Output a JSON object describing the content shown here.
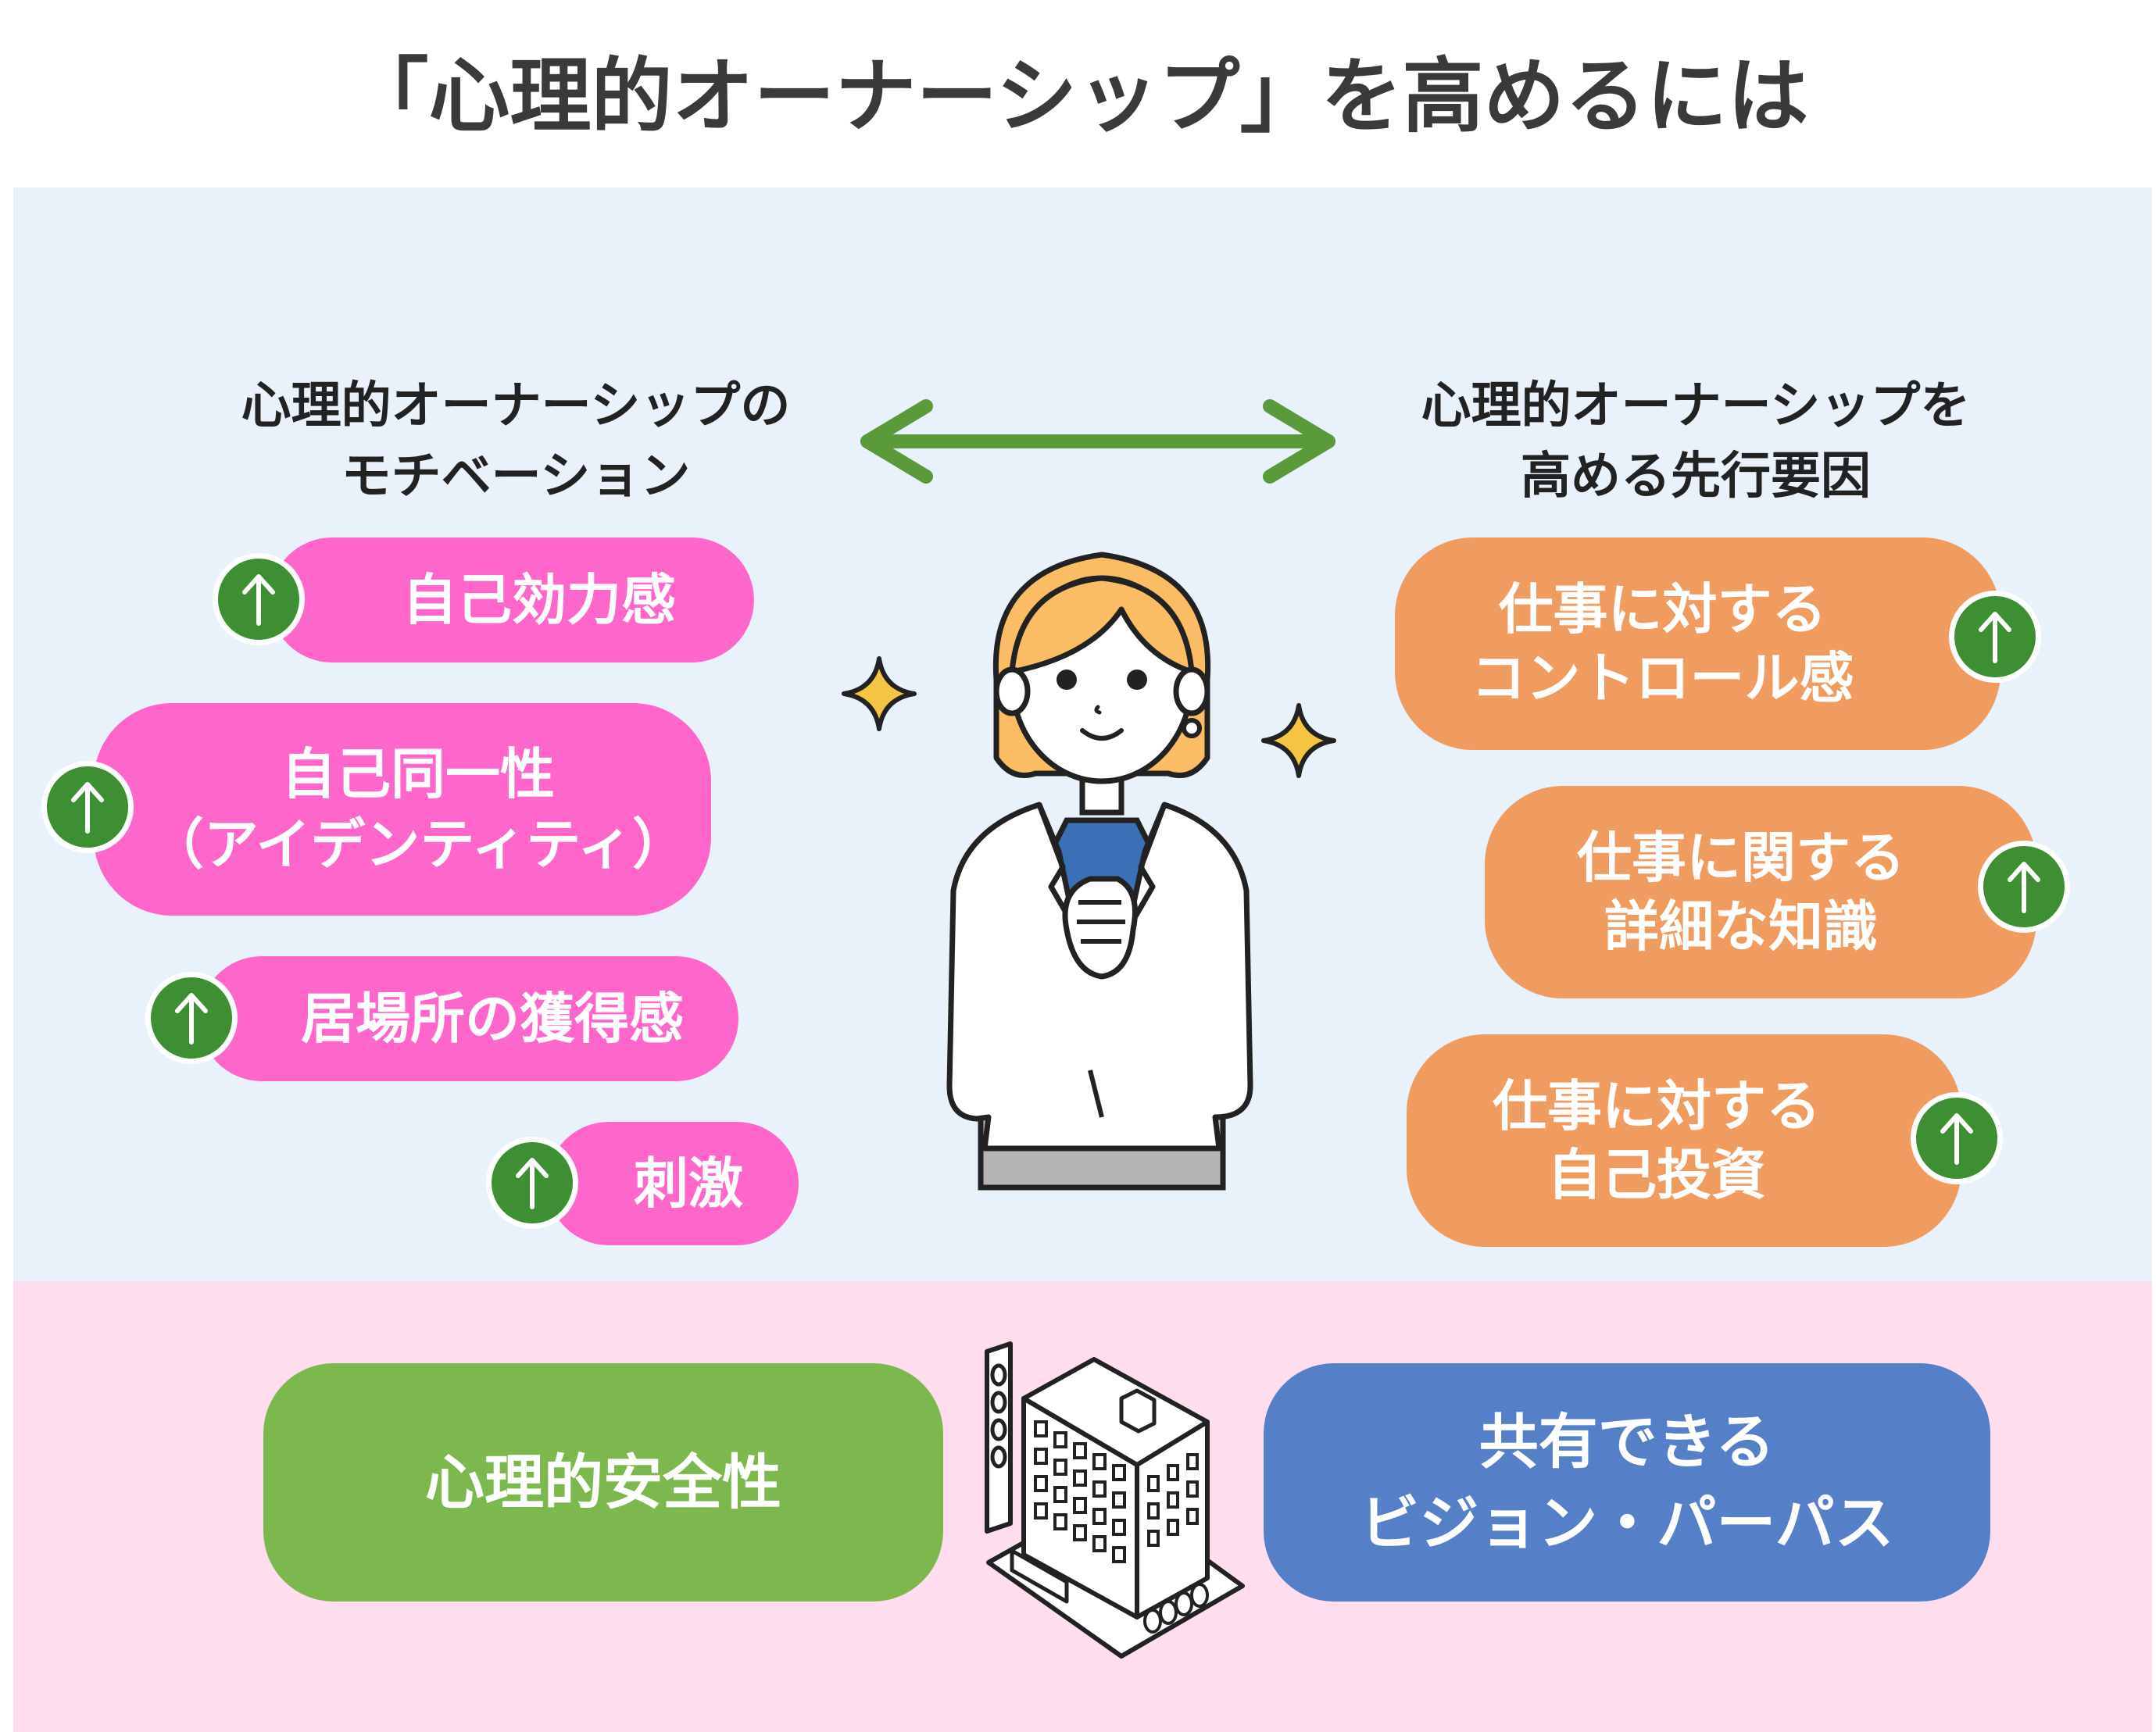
{
  "title": "「心理的オーナーシップ」を高めるには",
  "left_heading": [
    "心理的オーナーシップの",
    "モチベーション"
  ],
  "right_heading": [
    "心理的オーナーシップを",
    "高める先行要因"
  ],
  "motivation_items": [
    {
      "lines": [
        "自己効力感"
      ]
    },
    {
      "lines": [
        "自己同一性",
        "（アイデンティティ）"
      ]
    },
    {
      "lines": [
        "居場所の獲得感"
      ]
    },
    {
      "lines": [
        "刺激"
      ]
    }
  ],
  "antecedent_items": [
    {
      "lines": [
        "仕事に対する",
        "コントロール感"
      ]
    },
    {
      "lines": [
        "仕事に関する",
        "詳細な知識"
      ]
    },
    {
      "lines": [
        "仕事に対する",
        "自己投資"
      ]
    }
  ],
  "foundation": {
    "safety": "心理的安全性",
    "vision": [
      "共有できる",
      "ビジョン・パーパス"
    ]
  },
  "icons": [
    "bidirectional-arrow-icon",
    "up-arrow-icon",
    "person-illustration",
    "sparkle-icon",
    "building-illustration"
  ],
  "colors": {
    "top_panel": "#e9f2fa",
    "bottom_panel": "#fdddee",
    "motivation_pill": "#ff66cc",
    "antecedent_pill": "#f09b5f",
    "arrow_badge": "#3e8e34",
    "safety_box": "#7db84f",
    "vision_box": "#5580c8"
  }
}
